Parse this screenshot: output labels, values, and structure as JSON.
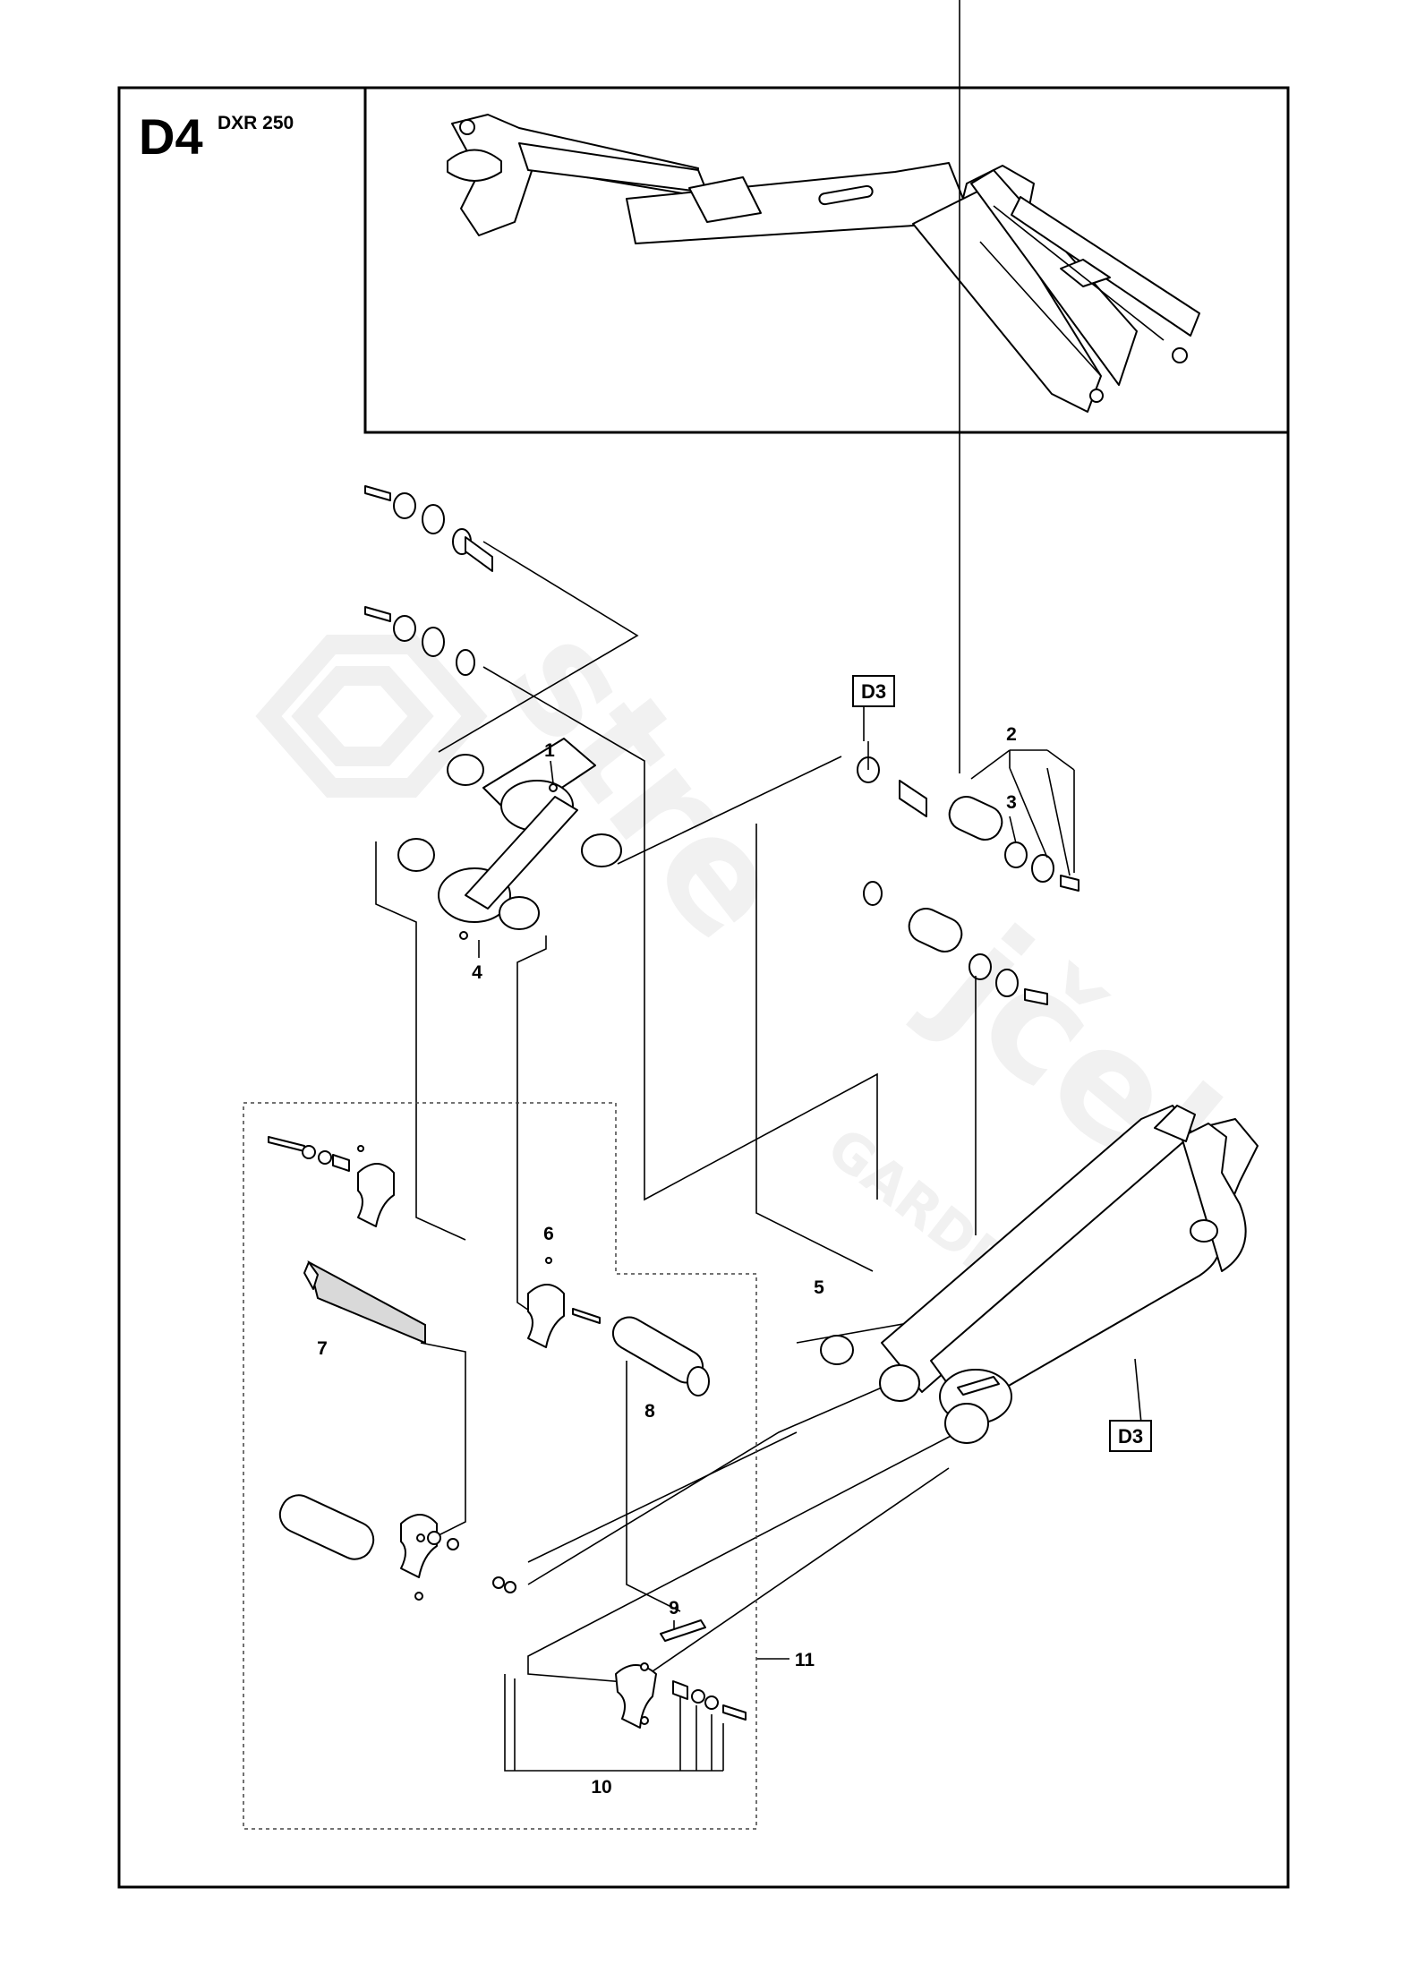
{
  "header": {
    "section_code": "D4",
    "model": "DXR 250"
  },
  "references": {
    "top": "D3",
    "bottom_right": "D3"
  },
  "callouts": [
    "1",
    "2",
    "3",
    "4",
    "5",
    "6",
    "7",
    "8",
    "9",
    "10",
    "11"
  ]
}
